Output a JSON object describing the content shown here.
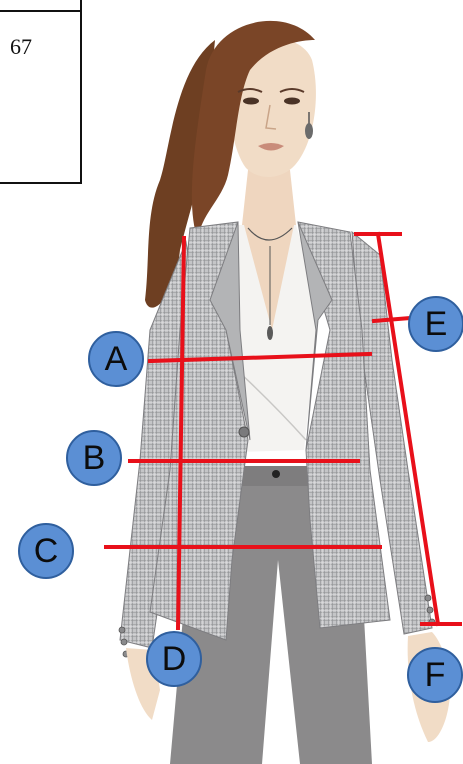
{
  "size_box": {
    "value": "67"
  },
  "labels": {
    "a": "A",
    "b": "B",
    "c": "C",
    "d": "D",
    "e": "E",
    "f": "F"
  },
  "colors": {
    "measure_line": "#e8101a",
    "label_fill": "#5b8fd4",
    "label_border": "#2f5f9e",
    "jacket": "#bfc0c2",
    "trousers": "#8b8a8b",
    "blouse": "#f4f3f1",
    "skin": "#f1dcc6",
    "hair": "#6e3f22"
  },
  "icons": [
    "earring-icon",
    "necklace-icon",
    "jacket-button-icon"
  ]
}
